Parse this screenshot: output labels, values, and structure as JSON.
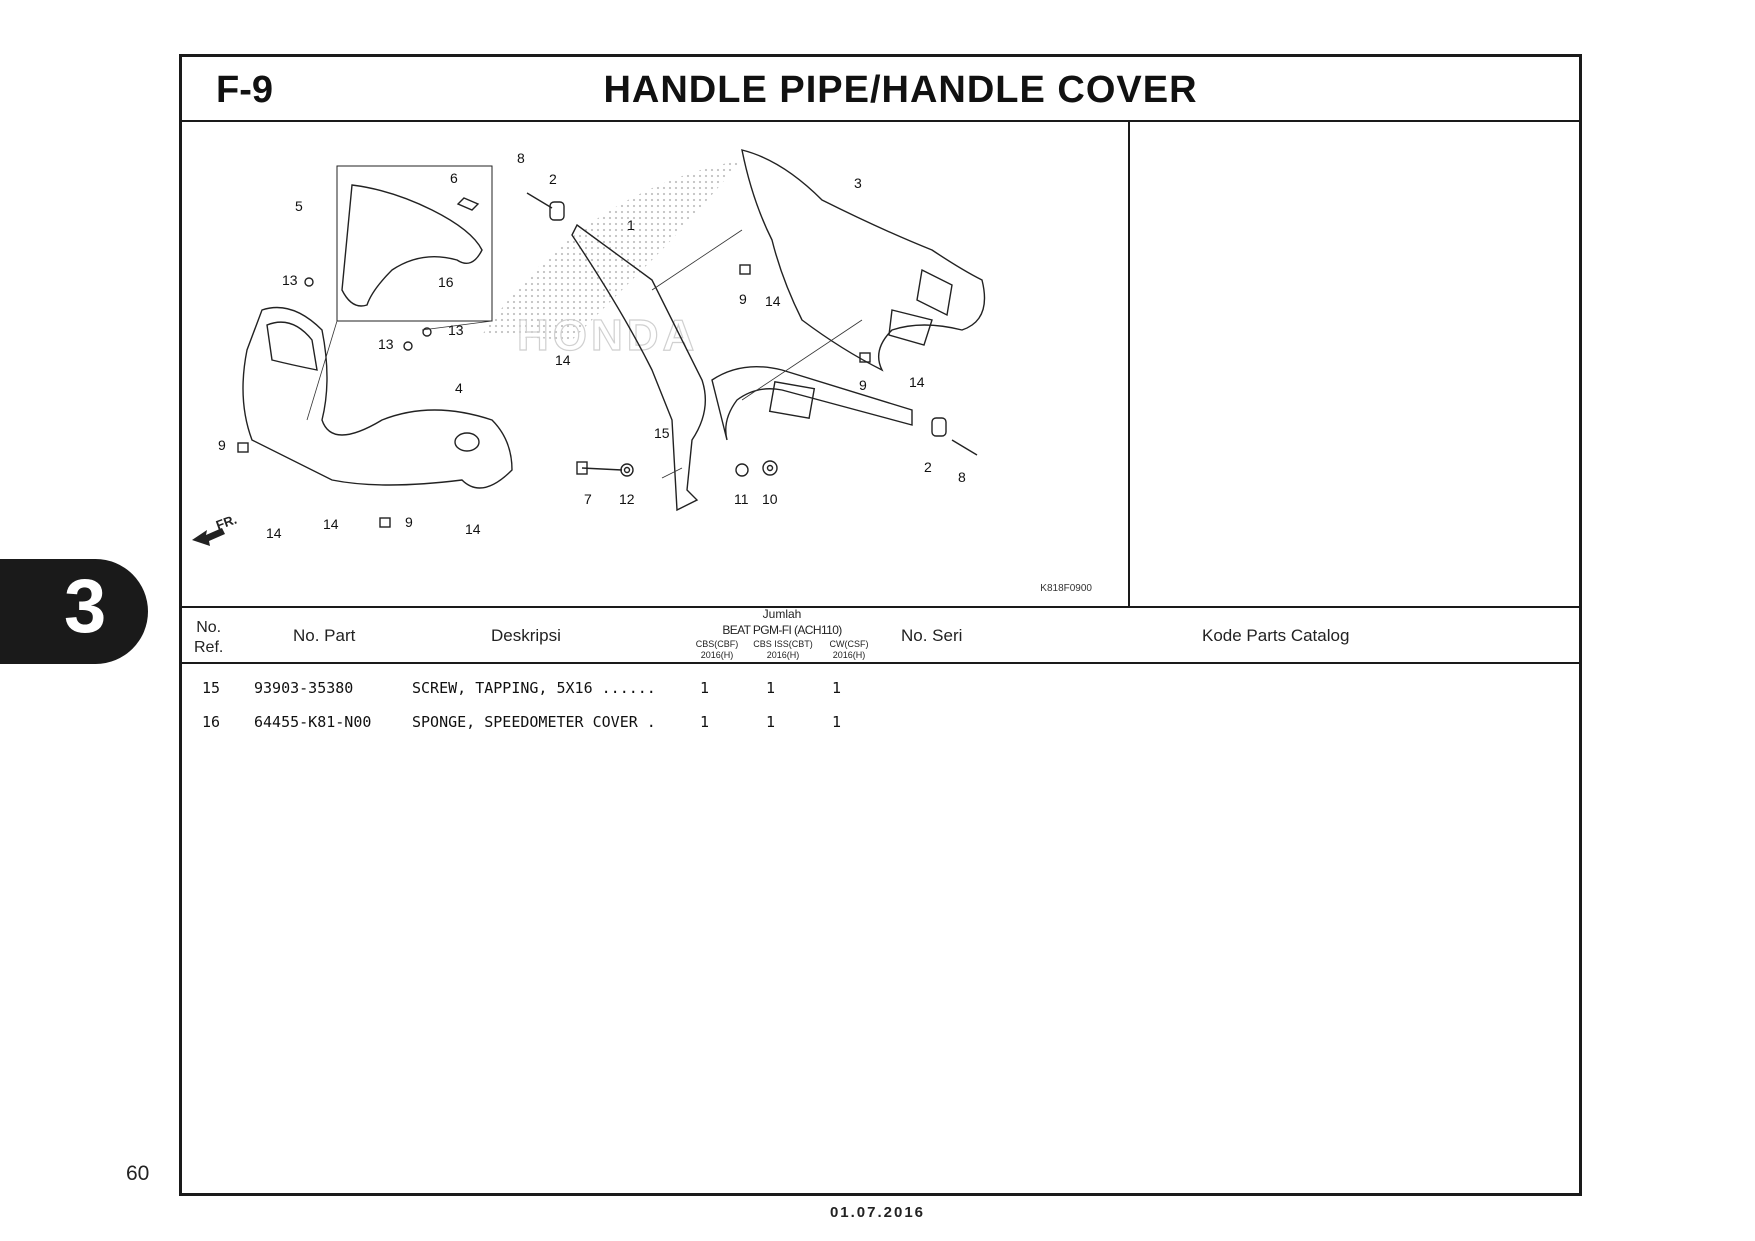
{
  "section": {
    "code": "F-9",
    "title": "HANDLE PIPE/HANDLE COVER"
  },
  "diagram": {
    "figure_code": "K818F0900",
    "fr_label": "FR.",
    "watermark": "HONDA",
    "callouts": {
      "c1": "1",
      "c2a": "2",
      "c2b": "2",
      "c3": "3",
      "c4": "4",
      "c5": "5",
      "c6": "6",
      "c7": "7",
      "c8a": "8",
      "c8b": "8",
      "c9a": "9",
      "c9b": "9",
      "c9c": "9",
      "c9d": "9",
      "c10": "10",
      "c11": "11",
      "c12": "12",
      "c13a": "13",
      "c13b": "13",
      "c13c": "13",
      "c14a": "14",
      "c14b": "14",
      "c14c": "14",
      "c14d": "14",
      "c14e": "14",
      "c14f": "14",
      "c15": "15",
      "c16": "16"
    }
  },
  "table": {
    "headers": {
      "ref_line1": "No.",
      "ref_line2": "Ref.",
      "part": "No. Part",
      "desc": "Deskripsi",
      "jumlah": "Jumlah",
      "model": "BEAT PGM-FI (ACH110)",
      "variants": [
        {
          "name": "CBS(CBF)",
          "year": "2016(H)"
        },
        {
          "name": "CBS ISS(CBT)",
          "year": "2016(H)"
        },
        {
          "name": "CW(CSF)",
          "year": "2016(H)"
        }
      ],
      "serial": "No. Seri",
      "catalog": "Kode Parts Catalog"
    },
    "rows": [
      {
        "ref": "15",
        "part": "93903-35380",
        "desc": "SCREW, TAPPING, 5X16 ......",
        "q1": "1",
        "q2": "1",
        "q3": "1"
      },
      {
        "ref": "16",
        "part": "64455-K81-N00",
        "desc": "SPONGE, SPEEDOMETER COVER .",
        "q1": "1",
        "q2": "1",
        "q3": "1"
      }
    ]
  },
  "chapter_tab": "3",
  "page_number": "60",
  "date": "01.07.2016"
}
